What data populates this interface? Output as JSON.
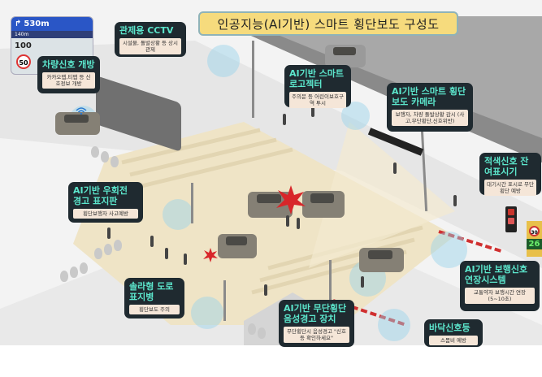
{
  "title": "인공지능(AI기반) 스마트 횡단보도 구성도",
  "navigation_app": {
    "distance": "530m",
    "sub_distance": "140m",
    "speed_current": "100",
    "speed_limit": "50"
  },
  "callouts": [
    {
      "id": "vehicle-signal",
      "title": "차량신호 개방",
      "subtitle": "카카오맵,티맵 등 신호정보 개방"
    },
    {
      "id": "cctv",
      "title": "관제용 CCTV",
      "subtitle": "시설물, 돌발상황 등 상시 관제"
    },
    {
      "id": "logo-projector",
      "title": "AI기반 스마트 로고젝터",
      "subtitle": "주의문 등 어린이보호구역 투시"
    },
    {
      "id": "crosswalk-camera",
      "title": "AI기반 스마트 횡단보도 카메라",
      "subtitle": "보행자, 차량 돌발상황 감시 (사고,무단횡단,신호위반)"
    },
    {
      "id": "red-signal-timer",
      "title": "적색신호 잔여표시기",
      "subtitle": "대기시간 표시로 무단횡단 예방"
    },
    {
      "id": "right-turn-sign",
      "title": "AI기반 우회전 경고 표지판",
      "subtitle": "횡단보행자 사고예방"
    },
    {
      "id": "pedestrian-extension",
      "title": "AI기반 보행신호 연장시스템",
      "subtitle": "교통약자 보행시간 연장 (5~10초)"
    },
    {
      "id": "solar-road-sign",
      "title": "솔라형 도로표지병",
      "subtitle": "횡단보도 주의"
    },
    {
      "id": "jaywalk-voice",
      "title": "AI기반 무단횡단 음성경고 장치",
      "subtitle": "무단횡단시 음성경고 \"신호등 확인하세요\""
    },
    {
      "id": "floor-signal",
      "title": "바닥신호등",
      "subtitle": "스몸비 예방"
    }
  ],
  "speed_sign": {
    "limit": "30",
    "display": "26"
  },
  "colors": {
    "title_bg": "#f6db7d",
    "title_border": "#8fb3b8",
    "callout_bg": "#1f2a30",
    "callout_title": "#5ce6cc",
    "callout_sub_bg": "#f5e6d8",
    "crosswalk": "#efe4c6",
    "accident": "#d8262a"
  }
}
